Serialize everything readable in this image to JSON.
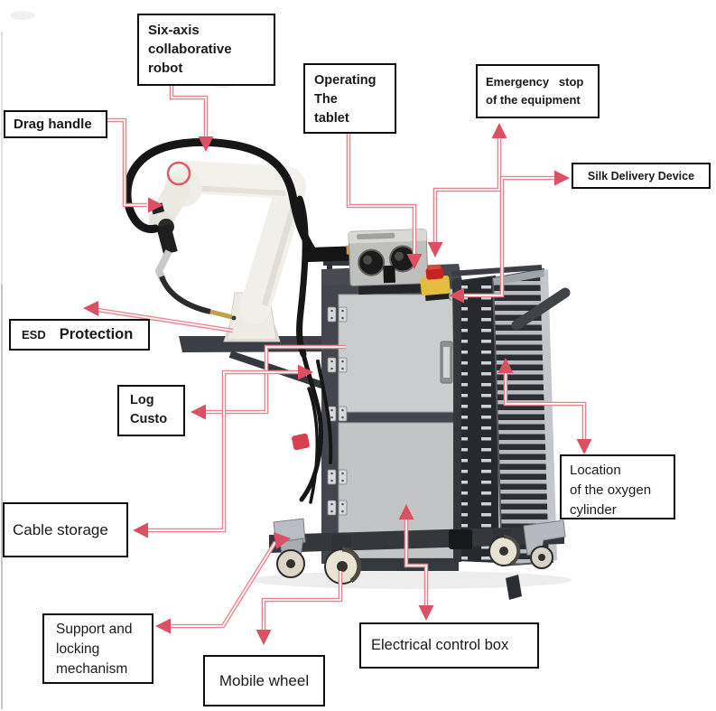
{
  "page": {
    "background": "#ffffff",
    "description": "Annotated diagram of a six-axis collaborative welding robot mounted on a mobile cart"
  },
  "colors": {
    "arrow_head": "#dc5063",
    "arrow_line_outer": "#e8838f",
    "arrow_line_inner": "#fdf0f1",
    "box_border": "#0d0d0d",
    "text": "#1a1a1a",
    "cabinet_frame": "#43464c",
    "cabinet_door": "#c8c9cb",
    "robot_body": "#f1efe9",
    "estop_red": "#c6251f",
    "estop_yellow": "#e3bd3f",
    "wheel": "#e9e3d3"
  },
  "labels": {
    "six_axis": {
      "text": "Six-axis\ncollaborative\nrobot"
    },
    "drag_handle": {
      "text": "Drag handle"
    },
    "operating_tablet": {
      "text": "Operating\nThe\ntablet"
    },
    "emergency_stop": {
      "text": "Emergency   stop\nof the equipment"
    },
    "silk_delivery": {
      "text": "Silk Delivery Device"
    },
    "esd": {
      "text_small": "ESD",
      "text_large": "Protection"
    },
    "log_custo": {
      "text": "Log\nCusto"
    },
    "oxygen": {
      "text": "Location\nof the oxygen\ncylinder"
    },
    "cable_storage": {
      "text": "Cable storage"
    },
    "support_locking": {
      "text": "Support and\nlocking\nmechanism"
    },
    "mobile_wheel": {
      "text": "Mobile wheel"
    },
    "electrical_box": {
      "text": "Electrical control box"
    }
  },
  "arrows": [
    {
      "name": "six-axis-robot",
      "heads": [
        "down"
      ]
    },
    {
      "name": "drag-handle",
      "heads": [
        "right"
      ]
    },
    {
      "name": "operating-tablet",
      "heads": [
        "down"
      ]
    },
    {
      "name": "emergency-stop",
      "heads": [
        "up",
        "down"
      ]
    },
    {
      "name": "silk-delivery-device",
      "heads": [
        "right",
        "left"
      ]
    },
    {
      "name": "esd-protection",
      "heads": [
        "left"
      ]
    },
    {
      "name": "log-custo",
      "heads": [
        "left"
      ]
    },
    {
      "name": "cable-storage",
      "heads": [
        "left",
        "right"
      ]
    },
    {
      "name": "support-locking",
      "heads": [
        "left",
        "right"
      ]
    },
    {
      "name": "mobile-wheel",
      "heads": [
        "down"
      ]
    },
    {
      "name": "electrical-control-box",
      "heads": [
        "up",
        "down"
      ]
    },
    {
      "name": "oxygen-cylinder",
      "heads": [
        "up",
        "down"
      ]
    }
  ]
}
